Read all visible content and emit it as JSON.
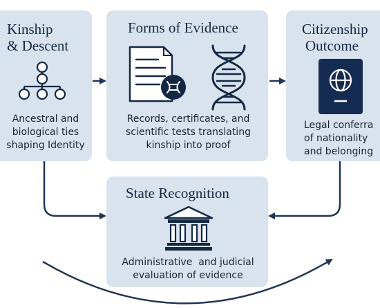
{
  "colors": {
    "box_fill": "#d8e3ee",
    "dark_navy": "#142844",
    "arrow": "#1f3656",
    "text": "#1a2230"
  },
  "boxes": {
    "kinship": {
      "title_lines": [
        "Kinship",
        "& Descent"
      ],
      "desc_lines": [
        "Ancestral and",
        "biological ties",
        "shaping Identity"
      ],
      "icon": "family-tree-icon"
    },
    "evidence": {
      "title": "Forms of Evidence",
      "desc_lines": [
        "Records, certificates, and",
        "scientific tests translating",
        "kinship into proof"
      ],
      "icons": [
        "document-icon",
        "dna-helix-icon"
      ]
    },
    "citizenship": {
      "title_lines": [
        "Citizenship",
        "Outcome"
      ],
      "desc_lines": [
        "Legal conferra",
        "of nationality",
        "and belonging"
      ],
      "icon": "passport-icon"
    },
    "state": {
      "title": "State Recognition",
      "desc_lines": [
        "Administrative  and judicial",
        "evaluation of evidence"
      ],
      "icon": "courthouse-icon"
    }
  }
}
